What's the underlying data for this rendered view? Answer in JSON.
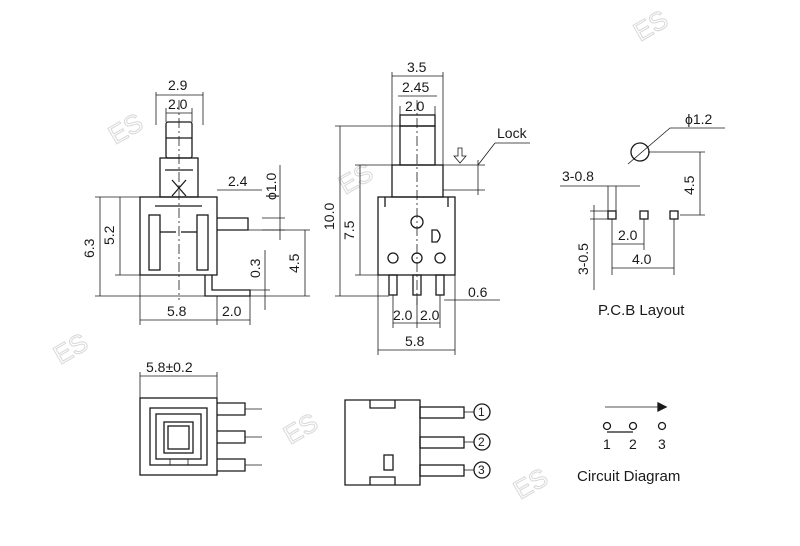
{
  "watermark": "ES",
  "dims": {
    "d2_9": "2.9",
    "d2_0a": "2.0",
    "d2_4": "2.4",
    "d_phi1_0": "ϕ1.0",
    "d6_3": "6.3",
    "d5_2": "5.2",
    "d0_3": "0.3",
    "d4_5a": "4.5",
    "d5_8a": "5.8",
    "d2_0b": "2.0",
    "d3_5": "3.5",
    "d2_45": "2.45",
    "d2_0c": "2.0",
    "lock": "Lock",
    "d10_0": "10.0",
    "d7_5": "7.5",
    "d0_6": "0.6",
    "d2_0d": "2.0",
    "d2_0e": "2.0",
    "d5_8b": "5.8",
    "d_phi1_2": "ϕ1.2",
    "d3_0_8": "3-0.8",
    "d4_5b": "4.5",
    "d2_0f": "2.0",
    "d3_0_5": "3-0.5",
    "d4_0": "4.0",
    "pcb_layout": "P.C.B Layout",
    "d5_8_tol": "5.8±0.2",
    "pin1": "1",
    "pin2": "2",
    "pin3": "3",
    "cd1": "1",
    "cd2": "2",
    "cd3": "3",
    "circuit_diagram": "Circuit Diagram"
  }
}
